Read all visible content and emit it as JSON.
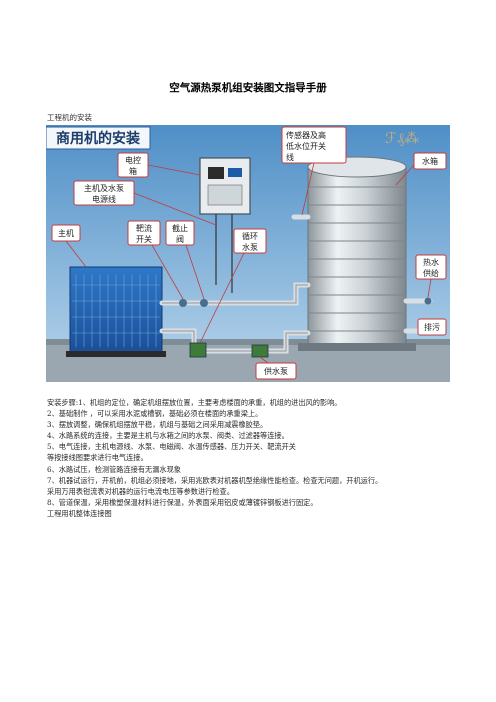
{
  "document": {
    "title": "空气源热泵机组安装图文指导手册",
    "section_heading": "工程机的安装",
    "figure": {
      "banner": "商用机的安装",
      "labels": {
        "control_box": [
          "电控",
          "箱"
        ],
        "power_line": [
          "主机及水泵",
          "电源线"
        ],
        "main_unit": "主机",
        "flow_switch": [
          "靶流",
          "开关"
        ],
        "stop_valve": [
          "截止",
          "阀"
        ],
        "circ_pump": [
          "循环",
          "水泵"
        ],
        "sensor": [
          "传感器及高",
          "低水位开关",
          "线"
        ],
        "tank": "水箱",
        "hot_water": [
          "热水",
          "供给"
        ],
        "drain": "排污",
        "supply_pump": "供水泵"
      }
    },
    "steps": [
      "安装步骤:1、机组的定位，确定机组摆放位置，主要考虑楼面的承重，机组的进出风的影响。",
      "2、基础制作 ，可以采用水泥或槽钢，基础必须在楼面的承重梁上。",
      "3、摆放调整，确保机组摆放平稳，机组与基础之间采用减震橡胶垫。",
      "4、水路系统的连接，主要是主机与水箱之间的水泵、阀类、过滤器等连接。",
      "5、电气连接，主机电源线、水泵、电磁阀、水温传感器、压力开关、靶流开关",
      "等按接线图要求进行电气连接。",
      "6、水路试压，检测管路连接有无漏水现象",
      "7、机器试运行，开机前，机组必须接地，采用兆欧表对机器机型绝缘性能检查。检查无问题，开机运行。",
      "采用万用表钳流表对机器的运行电流电压等参数进行检查。",
      "8、管道保温，采用橡塑保温材料进行保温，外表面采用铝皮或薄镀锌钢板进行固定。",
      "工程用机整体连接图"
    ]
  }
}
